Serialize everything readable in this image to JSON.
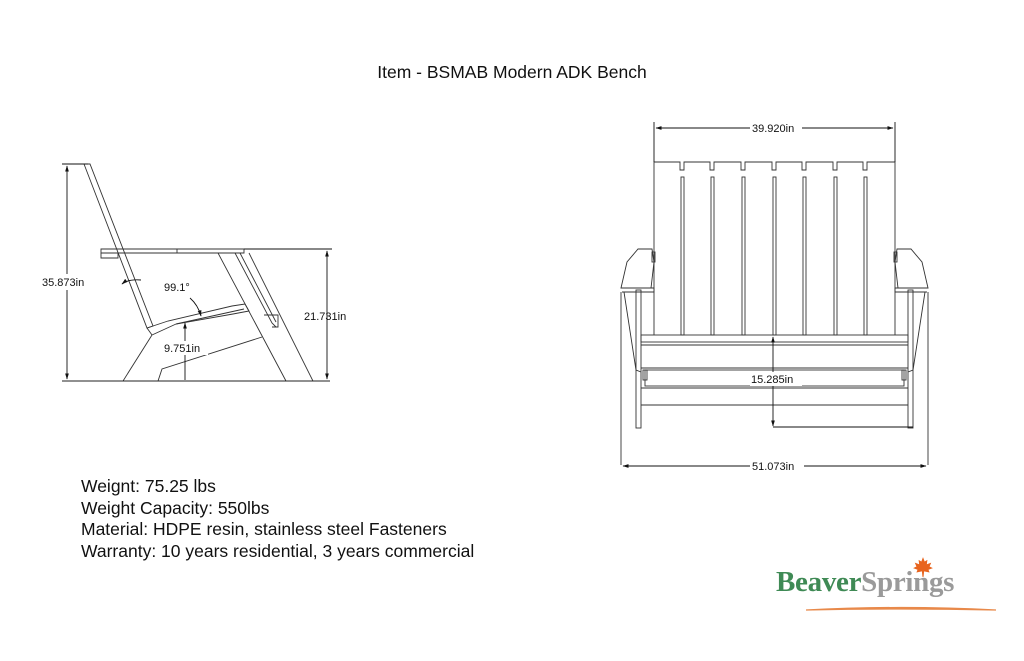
{
  "document": {
    "title": "Item - BSMAB Modern ADK Bench"
  },
  "side_view": {
    "overall_height": "35.873in",
    "arm_height": "21.731in",
    "seat_height": "9.751in",
    "back_angle": "99.1°"
  },
  "front_view": {
    "back_width": "39.920in",
    "seat_depth_height": "15.285in",
    "overall_width": "51.073in"
  },
  "specs": {
    "weight": "Weignt: 75.25 lbs",
    "capacity": "Weight Capacity: 550lbs",
    "material": "Material: HDPE resin, stainless steel Fasteners",
    "warranty": "Warranty: 10 years residential, 3 years commercial"
  },
  "logo": {
    "part1": "Beaver",
    "part2": "Springs",
    "icon": "maple-leaf-icon",
    "colors": {
      "beaver": "#3f8a55",
      "springs": "#9a9a9a",
      "leaf": "#e8641e",
      "swoosh": "#e8894a"
    }
  }
}
